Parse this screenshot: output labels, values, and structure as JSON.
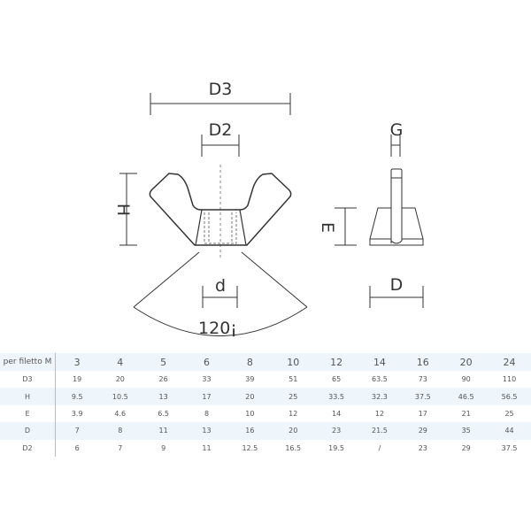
{
  "drawing": {
    "labels": {
      "d3": "D3",
      "d2": "D2",
      "h": "H",
      "d": "d",
      "angle": "120¡",
      "g": "G",
      "e": "E",
      "d_side": "D"
    }
  },
  "table": {
    "header": {
      "label": "per filetto M",
      "values": [
        "3",
        "4",
        "5",
        "6",
        "8",
        "10",
        "12",
        "14",
        "16",
        "20",
        "24"
      ]
    },
    "rows": [
      {
        "label": "D3",
        "values": [
          "19",
          "20",
          "26",
          "33",
          "39",
          "51",
          "65",
          "63.5",
          "73",
          "90",
          "110"
        ]
      },
      {
        "label": "H",
        "values": [
          "9.5",
          "10.5",
          "13",
          "17",
          "20",
          "25",
          "33.5",
          "32.3",
          "37.5",
          "46.5",
          "56.5"
        ]
      },
      {
        "label": "E",
        "values": [
          "3.9",
          "4.6",
          "6.5",
          "8",
          "10",
          "12",
          "14",
          "12",
          "17",
          "21",
          "25"
        ]
      },
      {
        "label": "D",
        "values": [
          "7",
          "8",
          "11",
          "13",
          "16",
          "20",
          "23",
          "21.5",
          "29",
          "35",
          "44"
        ]
      },
      {
        "label": "D2",
        "values": [
          "6",
          "7",
          "9",
          "11",
          "12.5",
          "16.5",
          "19.5",
          "/",
          "23",
          "29",
          "37.5"
        ]
      }
    ]
  },
  "colors": {
    "row_shade": "#eef6fb",
    "line": "#333333"
  }
}
